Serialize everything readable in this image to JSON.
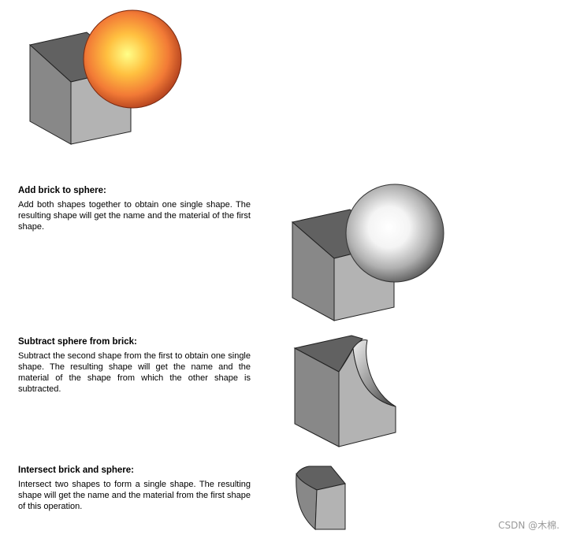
{
  "sections": [
    {
      "title": "Add brick to sphere:",
      "body": "Add both shapes together to obtain one single shape. The resulting shape will get the name and the material of the first shape."
    },
    {
      "title": "Subtract sphere from brick:",
      "body": "Subtract the second shape from the first to obtain one single shape. The resulting shape will get the name and the material of the shape from which the other shape is subtracted."
    },
    {
      "title": "Intersect brick and sphere:",
      "body": "Intersect two shapes to form a single shape. The resulting shape will get the name and the material from the first shape of this operation."
    }
  ],
  "watermark": "CSDN @木棉.",
  "colors": {
    "cube_top": "#616161",
    "cube_left": "#888888",
    "cube_right": "#b3b3b3",
    "sphere_orange_center": "#ffff80",
    "sphere_orange_edge": "#b0401c",
    "sphere_gray_center": "#ffffff",
    "sphere_gray_edge": "#505050"
  }
}
